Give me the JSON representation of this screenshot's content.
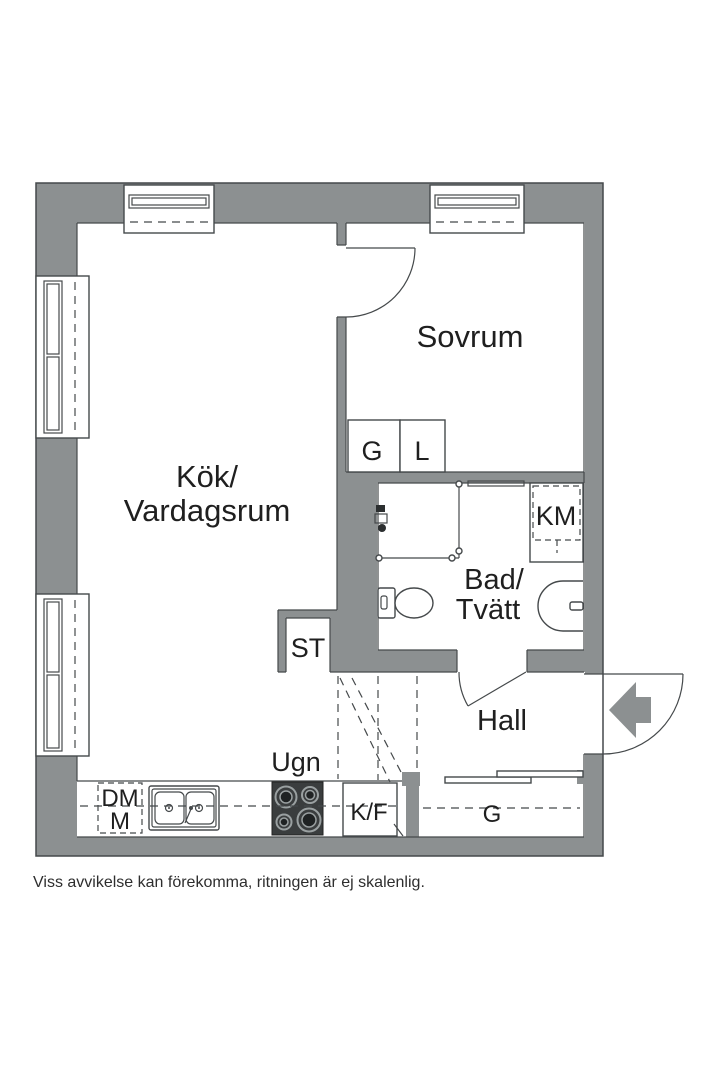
{
  "colors": {
    "wall": "#8c9091",
    "outline": "#45494b",
    "stove": "#3a3d3e",
    "burner_ring": "#9aa0a1",
    "text": "#1f1f1f"
  },
  "floorplan": {
    "rooms": {
      "kitchen_living": {
        "line1": "Kök/",
        "line2": "Vardagsrum"
      },
      "bedroom": {
        "label": "Sovrum"
      },
      "bathroom": {
        "line1": "Bad/",
        "line2": "Tvätt"
      },
      "hall": {
        "label": "Hall"
      }
    },
    "labels": {
      "bedroom_wardrobe": "G",
      "bedroom_linen": "L",
      "washing_machine": "KM",
      "broom_closet": "ST",
      "oven": "Ugn",
      "dishwasher": "DM",
      "microwave": "M",
      "fridge_freezer": "K/F",
      "hall_wardrobe": "G"
    },
    "footnote": "Viss avvikelse kan förekomma, ritningen är ej skalenlig."
  }
}
